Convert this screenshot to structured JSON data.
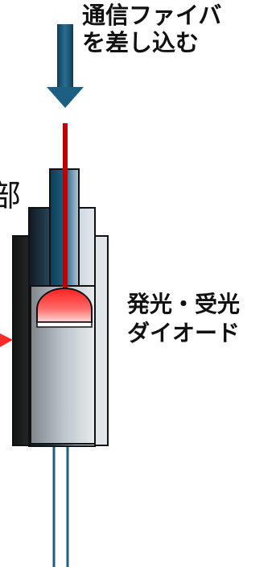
{
  "labels": {
    "insert_fiber": [
      "通信ファイバ",
      "を差し込む"
    ],
    "diode": [
      "発光・受光",
      "ダイオード"
    ],
    "housing_fragment": "部"
  },
  "colors": {
    "arrow": "#1d5f82",
    "arrow_dark": "#0f3c55",
    "fiber": "#c00000",
    "lead_wire": "#1d5f82",
    "diode_red": "#ff2a2a",
    "housing_dark": "#141414",
    "housing_light": "#d9dee3"
  },
  "icons": [
    "down-arrow-icon",
    "right-pointer-arrow-icon"
  ]
}
